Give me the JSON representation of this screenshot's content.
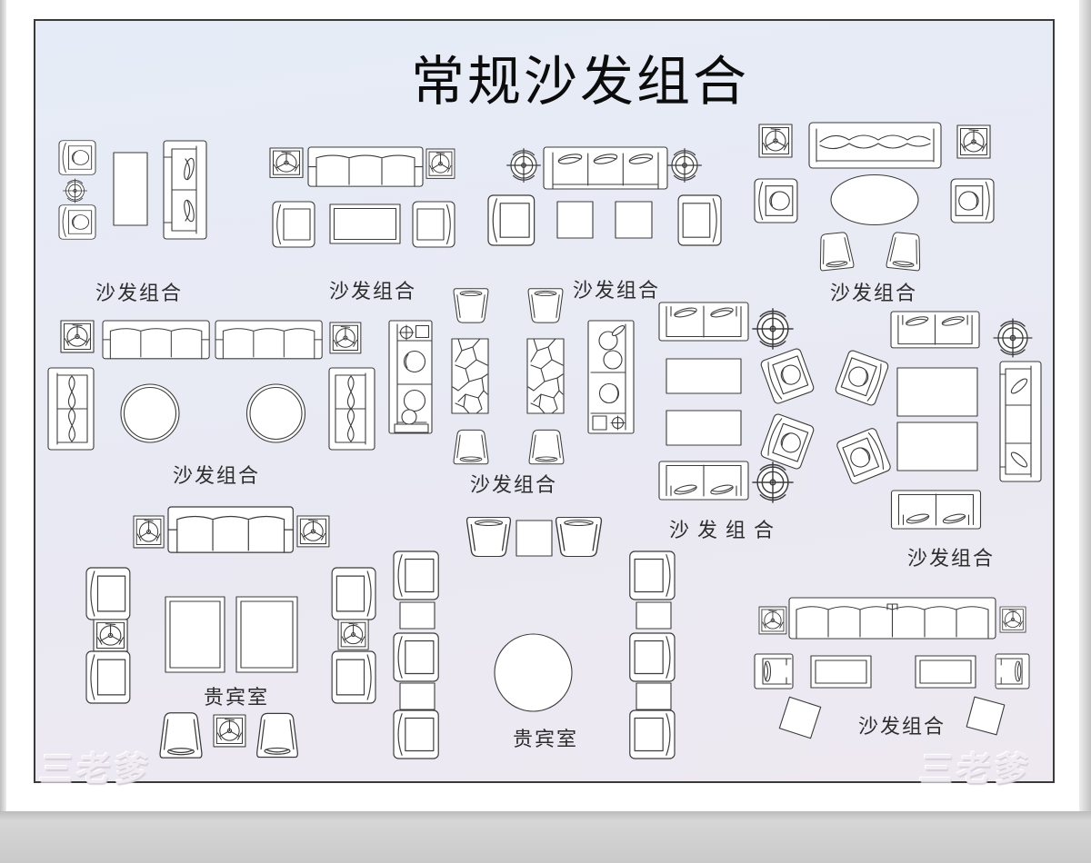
{
  "title": "常规沙发组合",
  "watermark": "三老爹",
  "colors": {
    "canvas_border": "#3a3a3a",
    "background_top": "#e6ecf7",
    "background_bottom": "#eee9f1",
    "line_work": "#3b3b3b",
    "label_text": "#2d2d2d"
  },
  "labels": [
    {
      "id": "top-left",
      "text": "沙发组合"
    },
    {
      "id": "top-center-left",
      "text": "沙发组合"
    },
    {
      "id": "top-center-right",
      "text": "沙发组合"
    },
    {
      "id": "top-right",
      "text": "沙发组合"
    },
    {
      "id": "mid-left",
      "text": "沙发组合"
    },
    {
      "id": "mid-center",
      "text": "沙发组合"
    },
    {
      "id": "mid-center-right",
      "text": "沙发组合"
    },
    {
      "id": "mid-right",
      "text": "沙发组合"
    },
    {
      "id": "vip-left",
      "text": "贵宾室"
    },
    {
      "id": "vip-center",
      "text": "贵宾室"
    },
    {
      "id": "bottom-right",
      "text": "沙发组合"
    }
  ]
}
